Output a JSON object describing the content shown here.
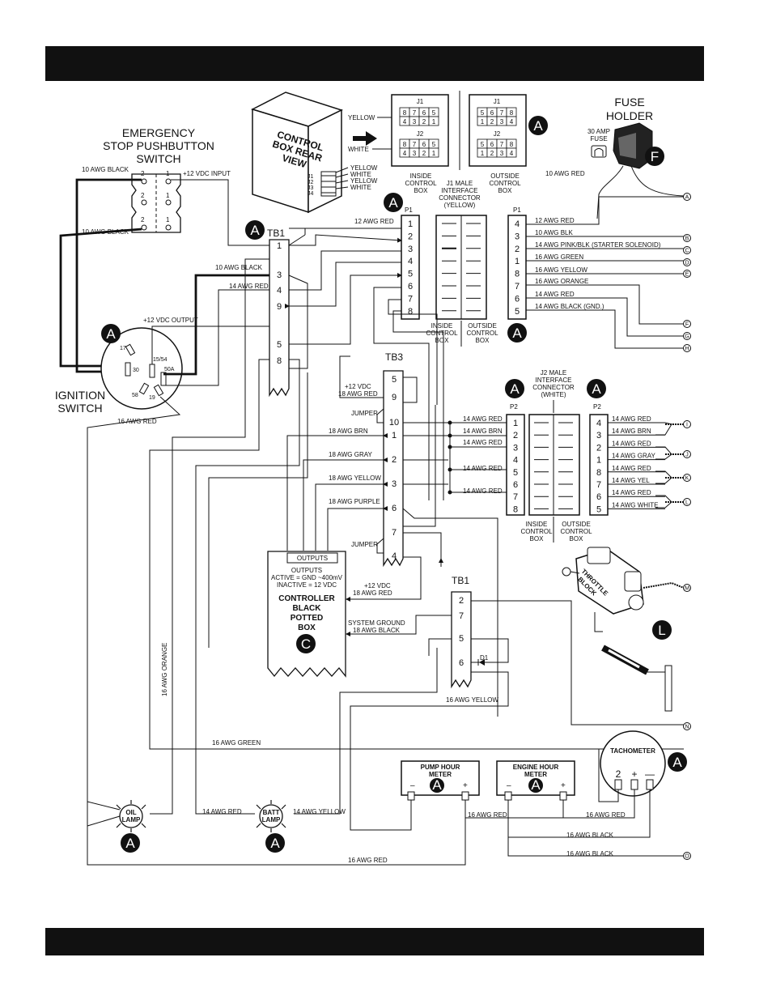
{
  "header_bar": {
    "color": "#111111"
  },
  "footer_bar": {
    "color": "#111111"
  },
  "labels": {
    "emergency_stop": [
      "EMERGENCY",
      "STOP PUSHBUTTON",
      "SWITCH"
    ],
    "ignition_switch": [
      "IGNITION",
      "SWITCH"
    ],
    "fuse_holder": [
      "FUSE",
      "HOLDER"
    ],
    "fuse_30amp": [
      "30 AMP",
      "FUSE"
    ],
    "control_box_rear_view": [
      "CONTROL",
      "BOX REAR",
      "VIEW"
    ],
    "j_yellow": "YELLOW",
    "j_white": "WHITE",
    "j_list": [
      "J1",
      "J2",
      "J3",
      "J4"
    ],
    "j_colors": [
      "YELLOW",
      "WHITE",
      "YELLOW",
      "WHITE"
    ],
    "inside_control_box": [
      "INSIDE",
      "CONTROL",
      "BOX"
    ],
    "outside_control_box": [
      "OUTSIDE",
      "CONTROL",
      "BOX"
    ],
    "j1_male": [
      "J1 MALE",
      "INTERFACE",
      "CONNECTOR",
      "(YELLOW)"
    ],
    "j2_male": [
      "J2 MALE",
      "INTERFACE",
      "CONNECTOR",
      "(WHITE)"
    ],
    "tb1": "TB1",
    "tb3": "TB3",
    "p1": "P1",
    "p2": "P2",
    "j1": "J1",
    "j2": "J2",
    "controller": [
      "CONTROLLER",
      "BLACK",
      "POTTED",
      "BOX"
    ],
    "outputs_tab": "OUTPUTS",
    "outputs_text": [
      "OUTPUTS",
      "ACTIVE = GND ~400mV",
      "INACTIVE = 12 VDC"
    ],
    "throttle_block": [
      "THROTTLE",
      "BLOCK"
    ],
    "tachometer": "TACHOMETER",
    "tach_terms": [
      "2",
      "+",
      "—"
    ],
    "pump_hour_meter": [
      "PUMP HOUR",
      "METER"
    ],
    "engine_hour_meter": [
      "ENGINE HOUR",
      "METER"
    ],
    "minus": "–",
    "plus": "+",
    "oil_lamp": [
      "OIL",
      "LAMP"
    ],
    "batt_lamp": [
      "BATT",
      "LAMP"
    ],
    "jumper": "JUMPER",
    "d1": "D1",
    "ign_terms": [
      "17",
      "30",
      "15/54",
      "50A",
      "58",
      "19"
    ],
    "estop_terms": [
      "2",
      "1"
    ]
  },
  "connector_pins": {
    "j_inside_row1": [
      "8",
      "7",
      "6",
      "5"
    ],
    "j_inside_row2": [
      "4",
      "3",
      "2",
      "1"
    ],
    "j_outside_row1": [
      "5",
      "6",
      "7",
      "8"
    ],
    "j_outside_row2": [
      "1",
      "2",
      "3",
      "4"
    ],
    "p1_inside": [
      "1",
      "2",
      "3",
      "4",
      "5",
      "6",
      "7",
      "8"
    ],
    "p1_outside": [
      "4",
      "3",
      "2",
      "1",
      "8",
      "7",
      "6",
      "5"
    ],
    "p2_inside": [
      "1",
      "2",
      "3",
      "4",
      "5",
      "6",
      "7",
      "8"
    ],
    "p2_outside": [
      "4",
      "3",
      "2",
      "1",
      "8",
      "7",
      "6",
      "5"
    ],
    "tb1_upper": [
      "1",
      "3",
      "4",
      "9",
      "5",
      "8"
    ],
    "tb3": [
      "5",
      "9",
      "10",
      "1",
      "2",
      "3",
      "6",
      "7",
      "4"
    ],
    "tb1_lower": [
      "2",
      "7",
      "5",
      "6"
    ]
  },
  "wires": {
    "awg10_red_fuse": "10 AWG RED",
    "tb1_12awg_red": "12 AWG RED",
    "estop_10awg_black_top": "10 AWG BLACK",
    "estop_10awg_black_bottom": "10 AWG BLACK",
    "estop_12vdc_input": "+12 VDC INPUT",
    "tb1_10awg_black": "10 AWG BLACK",
    "tb1_14awg_red": "14 AWG RED",
    "ign_12vdc_output": "+12 VDC OUTPUT",
    "ign_16awg_red": "16 AWG RED",
    "p1_out": [
      "12 AWG RED",
      "10 AWG BLK",
      "14 AWG PINK/BLK  (STARTER SOLENOID)",
      "16 AWG GREEN",
      "16 AWG YELLOW",
      "16 AWG ORANGE",
      "14 AWG RED",
      "14 AWG BLACK (GND.)"
    ],
    "p1_out_letters": [
      "A",
      "B",
      "C",
      "D",
      "E",
      "F",
      "G",
      "H"
    ],
    "tb3_12vdc": [
      "+12 VDC",
      "18 AWG RED"
    ],
    "tb3_left": [
      "18 AWG BRN",
      "18 AWG GRAY",
      "18 AWG YELLOW",
      "18 AWG PURPLE"
    ],
    "p2_in": [
      "14 AWG RED",
      "14 AWG BRN",
      "14 AWG RED",
      "14 AWG RED",
      "14 AWG RED"
    ],
    "p2_out": [
      "14 AWG RED",
      "14 AWG BRN",
      "14 AWG RED",
      "14 AWG GRAY",
      "14 AWG RED",
      "14 AWG YEL",
      "14 AWG RED",
      "14 AWG WHITE"
    ],
    "p2_out_letters": [
      "I",
      "J",
      "K",
      "L"
    ],
    "ctrl_12vdc": [
      "+12 VDC",
      "18 AWG RED"
    ],
    "ctrl_ground": [
      "SYSTEM GROUND",
      "18 AWG BLACK"
    ],
    "awg16_orange": "16 AWG ORANGE",
    "awg16_green": "16 AWG GREEN",
    "awg16_yellow": "16 AWG YELLOW",
    "lamp_14awg_red": "14 AWG RED",
    "lamp_14awg_yellow": "14 AWG YELLOW",
    "meter_16awg_red": "16 AWG RED",
    "tach_16awg_red": "16 AWG RED",
    "tach_16awg_black": "16 AWG BLACK",
    "bottom_16awg_black": "16 AWG BLACK",
    "bottom_16awg_red": "16 AWG RED",
    "misc_letters": [
      "M",
      "N",
      "O"
    ]
  },
  "badges": {
    "A": "A",
    "C": "C",
    "F": "F",
    "L": "L"
  }
}
